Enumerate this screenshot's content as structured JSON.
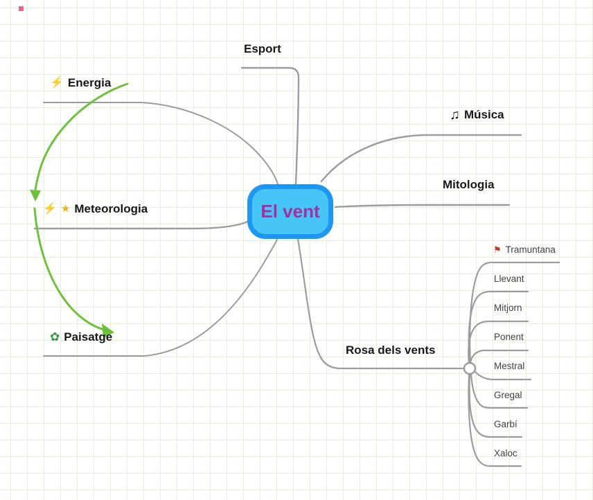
{
  "central_node": {
    "label": "El vent"
  },
  "branches": {
    "esport": {
      "label": "Esport"
    },
    "energia": {
      "label": "Energia"
    },
    "musica": {
      "label": "Música"
    },
    "mitologia": {
      "label": "Mitologia"
    },
    "meteorologia": {
      "label": "Meteorologia"
    },
    "paisatge": {
      "label": "Paisatge"
    },
    "rosa_dels_vents": {
      "label": "Rosa dels vents",
      "children": [
        {
          "label": "Tramuntana"
        },
        {
          "label": "Llevant"
        },
        {
          "label": "Mitjorn"
        },
        {
          "label": "Ponent"
        },
        {
          "label": "Mestral"
        },
        {
          "label": "Gregal"
        },
        {
          "label": "Garbí"
        },
        {
          "label": "Xaloc"
        }
      ]
    }
  },
  "icons": {
    "lightning": "⚡",
    "star": "★",
    "music_notes": "♫",
    "rosette": "✿",
    "flag": "⚑"
  },
  "colors": {
    "node_fill": "#45c6f7",
    "node_border": "#1f97f0",
    "node_text": "#a330a0",
    "branch_line": "#9c9c9c",
    "relation_arrow": "#6ec13c",
    "grid_line": "#e9eedd",
    "lightning_icon": "#f7a60d",
    "star_icon": "#f2b10e",
    "flag_icon": "#c43c2c",
    "rosette_icon": "#2f9e44",
    "corner_marker": "#f06292"
  }
}
